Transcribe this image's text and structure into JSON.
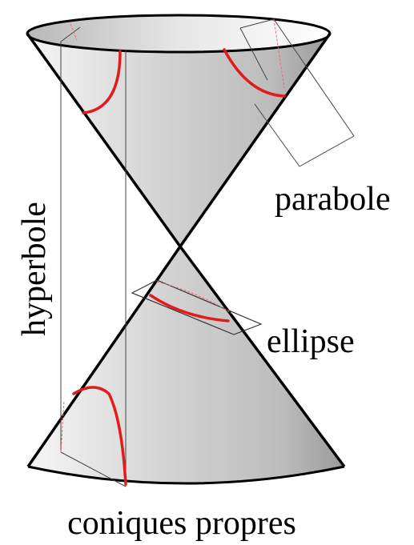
{
  "labels": {
    "parabola": "parabole",
    "hyperbola": "hyperbole",
    "ellipse": "ellipse",
    "caption": "coniques propres"
  },
  "colors": {
    "curve": "#e21b1b",
    "outline": "#000000",
    "plane": "#555555",
    "guide": "#e07070"
  }
}
